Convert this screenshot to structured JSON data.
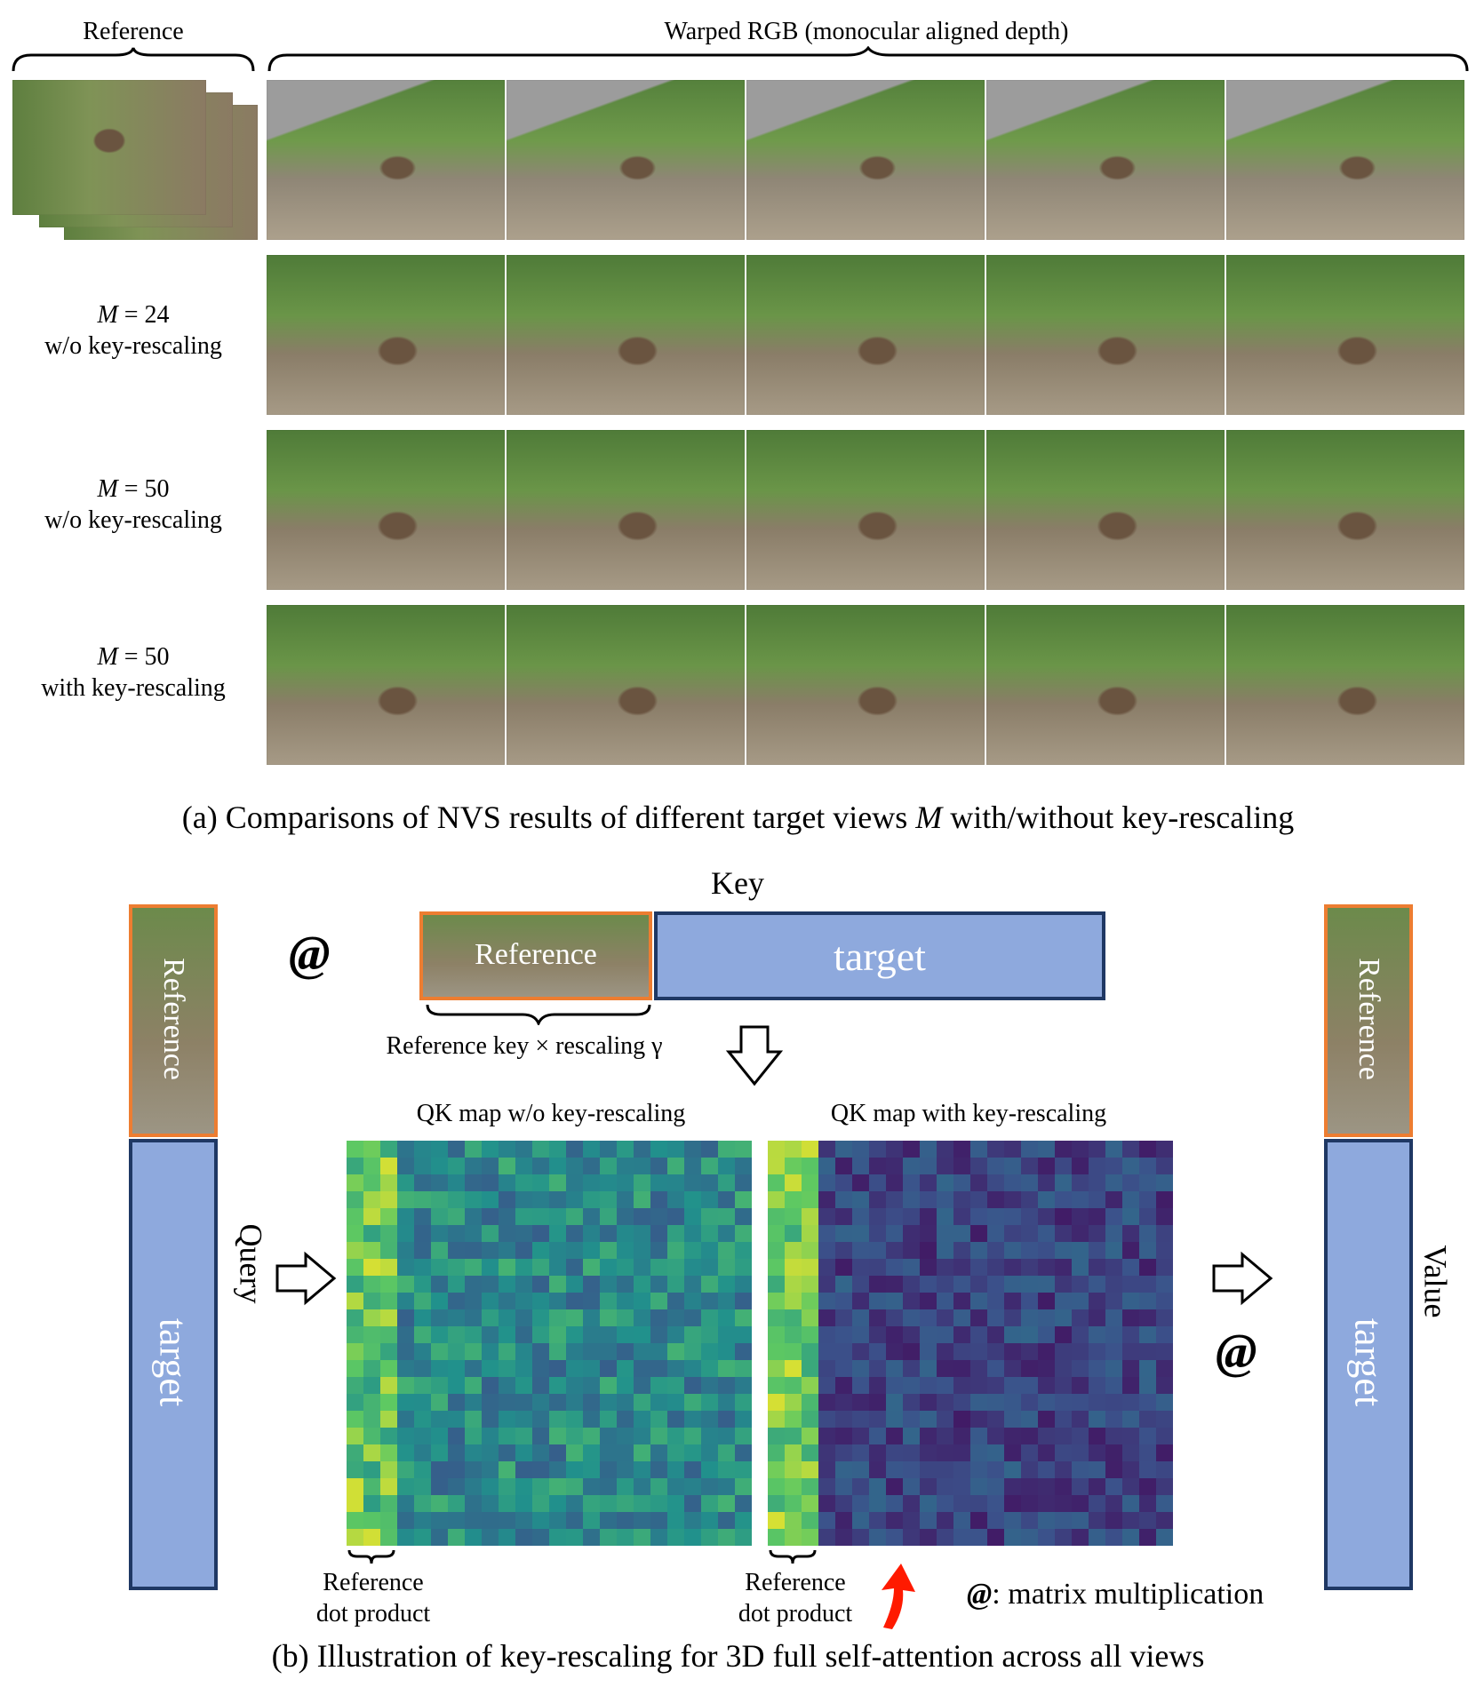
{
  "panel_a": {
    "reference_label": "Reference",
    "warped_label": "Warped RGB (monocular aligned depth)",
    "rows": [
      {
        "m": "M",
        "rest": " = 24",
        "desc": "w/o key-rescaling"
      },
      {
        "m": "M",
        "rest": " = 50",
        "desc": "w/o key-rescaling"
      },
      {
        "m": "M",
        "rest": " = 50",
        "desc": "with key-rescaling"
      }
    ],
    "caption_pre": "(a) Comparisons of NVS results of different target views ",
    "caption_m": "M",
    "caption_post": " with/without key-rescaling"
  },
  "panel_b": {
    "key_label": "Key",
    "query_label": "Query",
    "value_label": "Value",
    "reference_text": "Reference",
    "target_text": "target",
    "at_symbol": "@",
    "rescale_label": "Reference key × rescaling γ",
    "qk_left_title": "QK map w/o key-rescaling",
    "qk_right_title": "QK map with key-rescaling",
    "ref_dot_line1": "Reference",
    "ref_dot_line2": "dot product",
    "legend_at": "@",
    "legend_text": ": matrix multiplication",
    "caption": "(b) Illustration of key-rescaling for 3D full self-attention across all views"
  },
  "colors": {
    "target_fill": "#8ea9dd",
    "target_border": "#1f3864",
    "reference_border": "#ed7d31",
    "arrow_red": "#ff1a00"
  }
}
